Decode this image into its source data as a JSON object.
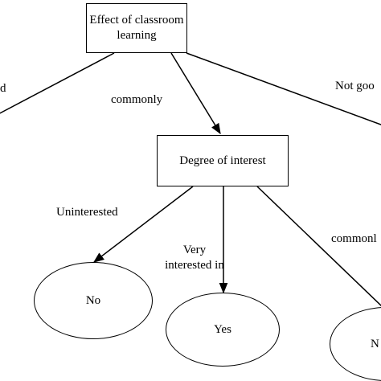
{
  "diagram": {
    "nodes": {
      "root": {
        "line1": "Effect of classroom",
        "line2": "learning"
      },
      "interest": {
        "label": "Degree of interest"
      },
      "no": {
        "label": "No"
      },
      "yes": {
        "label": "Yes"
      },
      "right_leaf": {
        "label": "N"
      }
    },
    "edges": {
      "root_left": {
        "label": "d"
      },
      "root_interest": {
        "label": "commonly"
      },
      "root_right": {
        "label": "Not goo"
      },
      "interest_no": {
        "label": "Uninterested"
      },
      "interest_yes": {
        "line1": "Very",
        "line2": "interested in"
      },
      "interest_right": {
        "label": "commonl"
      }
    },
    "colors": {
      "stroke": "#000000",
      "background": "#ffffff"
    }
  }
}
